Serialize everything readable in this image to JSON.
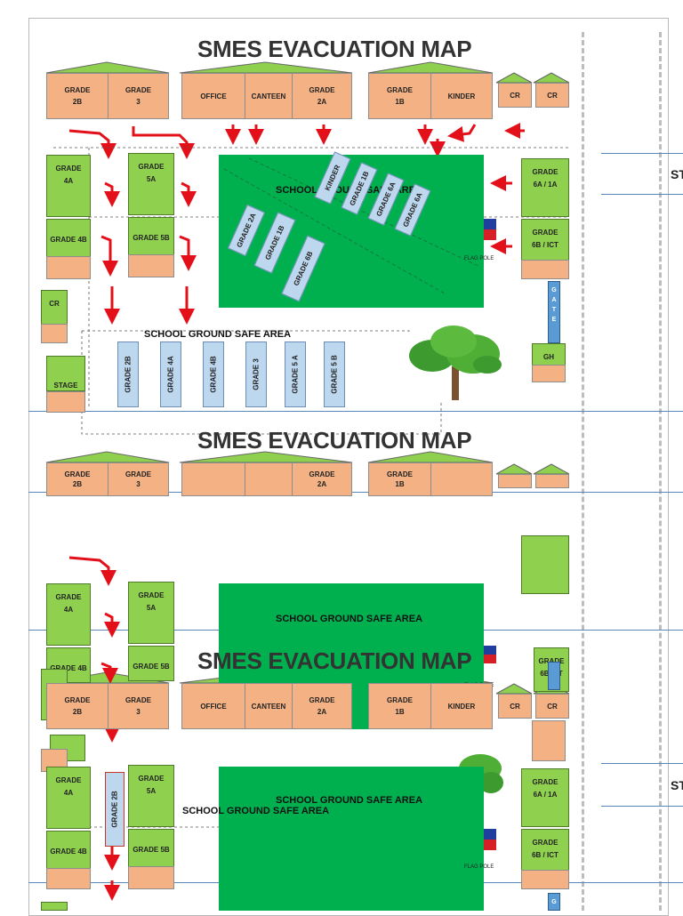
{
  "map": {
    "title": "SMES EVACUATION MAP",
    "sty_label": "ST",
    "safe_area_label": "SCHOOL GROUND SAFE AREA",
    "flag_label": "FLAG POLE",
    "gate_label": "G\nA\nT\nE",
    "gate_label_partial": "G",
    "guard_label": "GH",
    "stage_label": "STAGE",
    "cr_label": "CR",
    "top_rooms": {
      "grade2b": "GRADE\n2B",
      "grade3": "GRADE\n3",
      "office": "OFFICE",
      "canteen": "CANTEEN",
      "grade2a": "GRADE\n2A",
      "grade1b": "GRADE\n1B",
      "kinder": "KINDER"
    },
    "side_rooms": {
      "grade4a": "GRADE\n4A",
      "grade5a": "GRADE\n5A",
      "grade4b": "GRADE 4B",
      "grade5b": "GRADE 5B",
      "grade6a1a": "GRADE\n6A / 1A",
      "grade6bict": "GRADE\n6B / ICT",
      "grade6bict_partial": "GRADE\n6B ICT"
    },
    "field_bars": [
      "GRADE 2A",
      "GRADE 1B",
      "GRADE 6B"
    ],
    "field_bars_upper": [
      "KINDER",
      "GRADE 1B",
      "GRADE 6A",
      "GRADE 6A"
    ],
    "ground_bars": [
      "GRADE 2B",
      "GRADE 4A",
      "GRADE 4B",
      "GRADE 3",
      "GRADE 5 A",
      "GRADE 5 B"
    ],
    "overlap_bar": "GRADE 2B"
  }
}
